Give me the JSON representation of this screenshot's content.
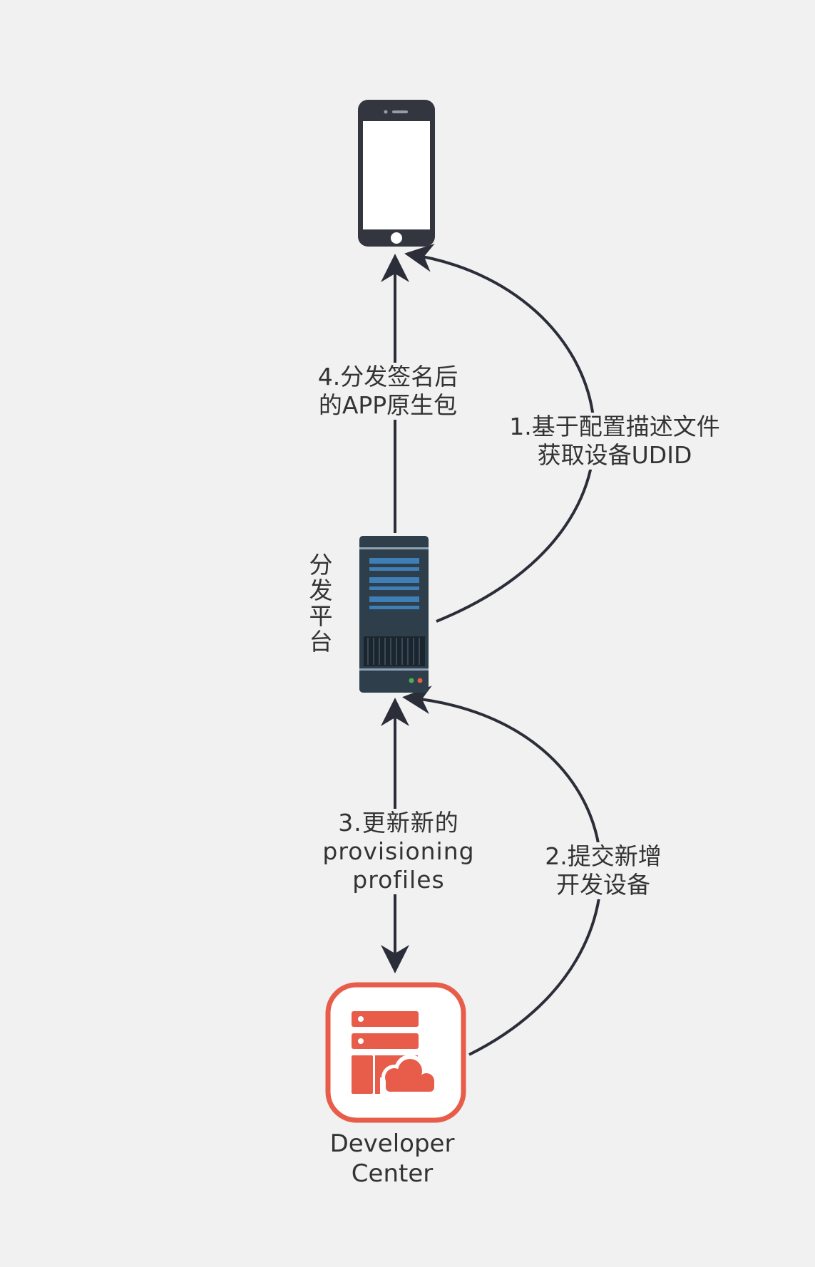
{
  "colors": {
    "background": "#f1f1f1",
    "arrow": "#2b2d38",
    "phone_body": "#33363f",
    "server_body": "#2e3e4a",
    "server_bars": "#3e7fb7",
    "developer_center": "#e85c4a",
    "text": "#333333"
  },
  "nodes": {
    "phone": {
      "icon": "mobile-phone-icon"
    },
    "platform": {
      "icon": "server-icon",
      "label_chars": [
        "分",
        "发",
        "平",
        "台"
      ]
    },
    "developer_center": {
      "icon": "developer-center-icon",
      "label_lines": [
        "Developer",
        "Center"
      ]
    }
  },
  "edges": [
    {
      "id": "step1",
      "lines": [
        "1.基于配置描述文件",
        "获取设备UDID"
      ],
      "from": "platform",
      "to": "phone"
    },
    {
      "id": "step2",
      "lines": [
        "2.提交新增",
        "开发设备"
      ],
      "from": "developer_center",
      "to": "platform"
    },
    {
      "id": "step3",
      "lines": [
        "3.更新新的",
        "provisioning",
        "profiles"
      ],
      "from": "platform",
      "to": "developer_center"
    },
    {
      "id": "step4",
      "lines": [
        "4.分发签名后",
        "的APP原生包"
      ],
      "from": "platform",
      "to": "phone"
    }
  ]
}
